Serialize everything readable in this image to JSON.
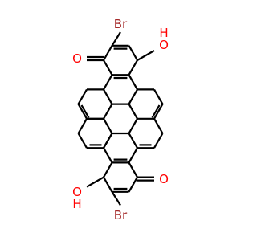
{
  "molecule": {
    "atoms": [
      {
        "id": "br_top",
        "label": "Br",
        "color": "#a52a2a"
      },
      {
        "id": "o_top_left",
        "label": "O",
        "color": "#ff0000"
      },
      {
        "id": "o_top_right",
        "label": "O",
        "color": "#ff0000"
      },
      {
        "id": "h_top_right",
        "label": "H",
        "color": "#ff0000"
      },
      {
        "id": "o_bottom_left",
        "label": "O",
        "color": "#ff0000"
      },
      {
        "id": "h_bottom_left",
        "label": "H",
        "color": "#ff0000"
      },
      {
        "id": "o_bottom_right",
        "label": "O",
        "color": "#ff0000"
      },
      {
        "id": "br_bottom",
        "label": "Br",
        "color": "#a52a2a"
      }
    ]
  }
}
